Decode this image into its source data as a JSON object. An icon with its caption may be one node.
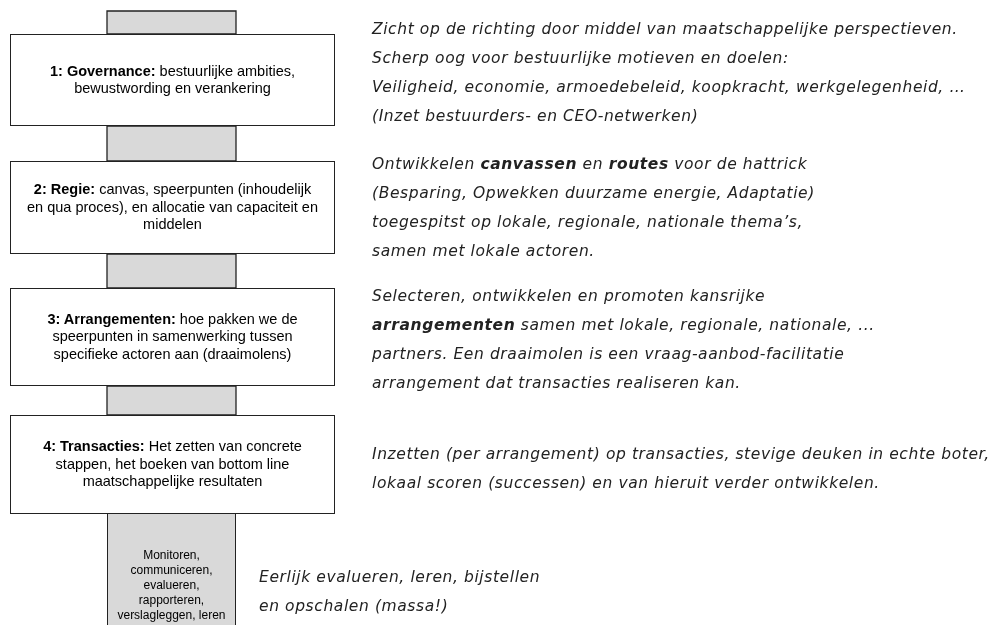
{
  "diagram": {
    "nodes": [
      {
        "text": [
          "**1: Governance:** bestuurlijke ambities, bewustwording en verankering"
        ],
        "beside": [
          "Zicht op de richting door middel van maatschappelijke perspectieven.",
          "Scherp oog voor bestuurlijke motieven en doelen:",
          "Veiligheid, economie, armoedebeleid, koopkracht, werkgelegenheid, …",
          "(Inzet bestuurders- en CEO-netwerken)"
        ]
      },
      {
        "text": [
          "**2: Regie:** canvas, speerpunten (inhoudelijk en qua proces), en allocatie van capaciteit en middelen"
        ],
        "beside": [
          "Ontwikkelen **canvassen** en **routes** voor de hattrick",
          "(Besparing, Opwekken duurzame energie, Adaptatie)",
          "toegespitst op lokale, regionale, nationale thema’s,",
          "samen met lokale actoren."
        ]
      },
      {
        "text": [
          "**3: Arrangementen:** hoe pakken we de speerpunten in samenwerking tussen specifieke actoren aan (draaimolens)"
        ],
        "beside": [
          "Selecteren, ontwikkelen en promoten kansrijke",
          "**arrangementen** samen met lokale, regionale, nationale, ...",
          "partners. Een draaimolen is een vraag-aanbod-facilitatie",
          "arrangement dat transacties realiseren kan."
        ]
      },
      {
        "text": [
          "**4: Transacties:** Het zetten van concrete stappen, het boeken van bottom line maatschappelijke resultaten"
        ],
        "beside": [
          "Inzetten (per arrangement) op transacties, stevige deuken in echte boter,",
          "lokaal scoren (successen) en van hieruit verder ontwikkelen."
        ]
      },
      {
        "text": [
          "Monitoren, communiceren, evalueren, rapporteren, verslagleggen, leren"
        ],
        "beside": [
          "Eerlijk evalueren, leren, bijstellen",
          "en opschalen (massa!)"
        ]
      }
    ],
    "edges": [
      {
        "from": null,
        "to": 0,
        "arrow": "none",
        "style": "thick"
      },
      {
        "from": 0,
        "to": 1,
        "arrow": "none",
        "style": "thick"
      },
      {
        "from": 1,
        "to": 2,
        "arrow": "none",
        "style": "thick"
      },
      {
        "from": 2,
        "to": 3,
        "arrow": "none",
        "style": "thick"
      }
    ]
  }
}
